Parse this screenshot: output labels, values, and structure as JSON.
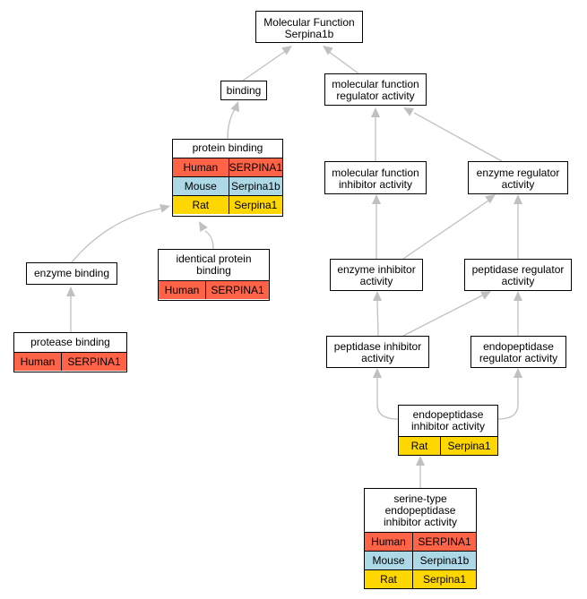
{
  "colors": {
    "Human": "#ff6347",
    "Mouse": "#add8e6",
    "Rat": "#ffd700",
    "edge": "#c0c0c0"
  },
  "nodes": {
    "root": {
      "label": "Molecular Function\nSerpina1b",
      "genes": []
    },
    "binding": {
      "label": "binding",
      "genes": []
    },
    "mfra": {
      "label": "molecular function\nregulator activity",
      "genes": []
    },
    "protein_binding": {
      "label": "protein binding",
      "genes": [
        {
          "species": "Human",
          "gene": "SERPINA1"
        },
        {
          "species": "Mouse",
          "gene": "Serpina1b"
        },
        {
          "species": "Rat",
          "gene": "Serpina1"
        }
      ]
    },
    "mfia": {
      "label": "molecular function\ninhibitor activity",
      "genes": []
    },
    "era": {
      "label": "enzyme regulator\nactivity",
      "genes": []
    },
    "enzyme_binding": {
      "label": "enzyme binding",
      "genes": []
    },
    "ipb": {
      "label": "identical protein\nbinding",
      "genes": [
        {
          "species": "Human",
          "gene": "SERPINA1"
        }
      ]
    },
    "eia": {
      "label": "enzyme inhibitor\nactivity",
      "genes": []
    },
    "pra": {
      "label": "peptidase regulator\nactivity",
      "genes": []
    },
    "protease_binding": {
      "label": "protease binding",
      "genes": [
        {
          "species": "Human",
          "gene": "SERPINA1"
        }
      ]
    },
    "pia": {
      "label": "peptidase inhibitor\nactivity",
      "genes": []
    },
    "epra": {
      "label": "endopeptidase\nregulator activity",
      "genes": []
    },
    "epia": {
      "label": "endopeptidase\ninhibitor activity",
      "genes": [
        {
          "species": "Rat",
          "gene": "Serpina1"
        }
      ]
    },
    "stepia": {
      "label": "serine-type\nendopeptidase\ninhibitor activity",
      "genes": [
        {
          "species": "Human",
          "gene": "SERPINA1"
        },
        {
          "species": "Mouse",
          "gene": "Serpina1b"
        },
        {
          "species": "Rat",
          "gene": "Serpina1"
        }
      ]
    }
  }
}
